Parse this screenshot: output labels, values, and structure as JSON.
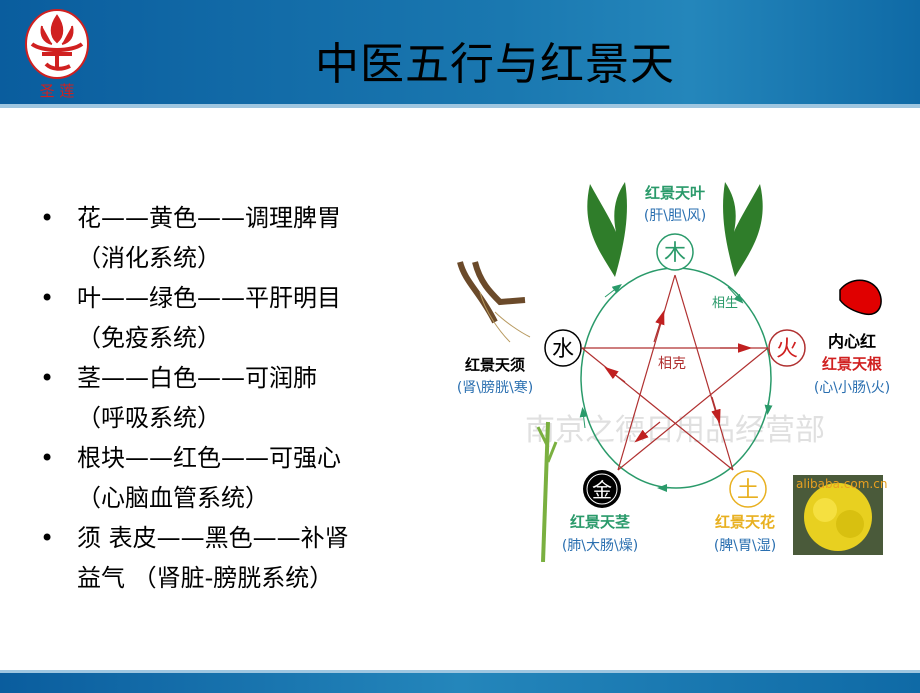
{
  "header": {
    "title": "中医五行与红景天",
    "logo_text": "圣莲"
  },
  "bullets": [
    {
      "line1": "花——黄色——调理脾胃",
      "line2": "（消化系统）"
    },
    {
      "line1": "叶——绿色——平肝明目",
      "line2": "（免疫系统）"
    },
    {
      "line1": "茎——白色——可润肺",
      "line2": "（呼吸系统）"
    },
    {
      "line1": "根块——红色——可强心",
      "line2": "（心脑血管系统）"
    },
    {
      "line1": "须 表皮——黑色——补肾",
      "line2": "益气 （肾脏-膀胱系统）"
    }
  ],
  "diagram": {
    "elements": {
      "wood": "木",
      "fire": "火",
      "earth": "土",
      "metal": "金",
      "water": "水"
    },
    "sheng_label": "相生",
    "ke_label": "相克",
    "leaf": {
      "name": "红景天叶",
      "organs": "(肝\\胆\\风)"
    },
    "root": {
      "name": "红景天根",
      "alt": "内心红",
      "organs": "(心\\小肠\\火)"
    },
    "flower": {
      "name": "红景天花",
      "organs": "(脾\\胃\\湿)"
    },
    "stem": {
      "name": "红景天茎",
      "organs": "(肺\\大肠\\燥)"
    },
    "whisker": {
      "name": "红景天须",
      "organs": "(肾\\膀胱\\寒)"
    },
    "watermark": "南京之德日用品经营部",
    "source_mark": "alibaba.com.cn",
    "colors": {
      "sheng": "#2a9a6a",
      "ke": "#b03030",
      "wood": "#2a9a6a",
      "fire": "#d02020",
      "earth": "#e8b020",
      "metal": "#000000",
      "water": "#000000",
      "organs": "#2a6fb0"
    }
  }
}
